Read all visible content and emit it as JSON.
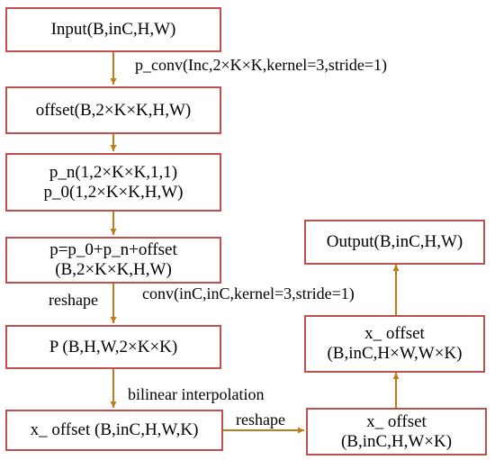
{
  "colors": {
    "box_border": "#c0504d",
    "arrow": "#c07a18",
    "text": "#000000"
  },
  "nodes": {
    "input": {
      "lines": [
        "Input(B,inC,H,W)"
      ]
    },
    "offset": {
      "lines": [
        "offset(B,2×K×K,H,W)"
      ]
    },
    "pn_p0": {
      "lines": [
        "p_n(1,2×K×K,1,1)",
        "p_0(1,2×K×K,H,W)"
      ]
    },
    "p_sum": {
      "lines": [
        "p=p_0+p_n+offset",
        "(B,2×K×K,H,W)"
      ]
    },
    "p_reshaped": {
      "lines": [
        "P  (B,H,W,2×K×K)"
      ]
    },
    "x_offset_5d": {
      "lines": [
        "x_ offset (B,inC,H,W,K)"
      ]
    },
    "x_offset_4d": {
      "lines": [
        "x_ offset",
        "(B,inC,H,W×K)"
      ]
    },
    "x_offset_final": {
      "lines": [
        "x_ offset",
        "(B,inC,H×W,W×K)"
      ]
    },
    "output": {
      "lines": [
        "Output(B,inC,H,W)"
      ]
    }
  },
  "edge_labels": {
    "p_conv": "p_conv(Inc,2×K×K,kernel=3,stride=1)",
    "reshape_1": "reshape",
    "bilinear": "bilinear interpolation",
    "reshape_2": "reshape",
    "conv": "conv(inC,inC,kernel=3,stride=1)"
  }
}
